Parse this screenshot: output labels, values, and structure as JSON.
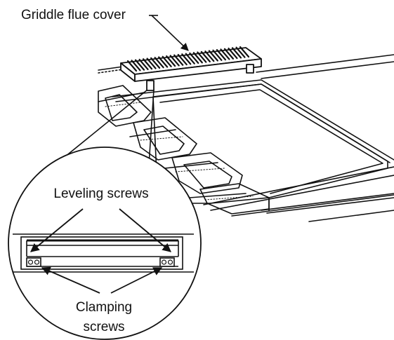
{
  "labels": {
    "flue_cover": "Griddle flue cover",
    "leveling_screws": "Leveling screws",
    "clamping_line1": "Clamping",
    "clamping_line2": "screws"
  },
  "colors": {
    "line": "#111111",
    "background": "#ffffff"
  }
}
